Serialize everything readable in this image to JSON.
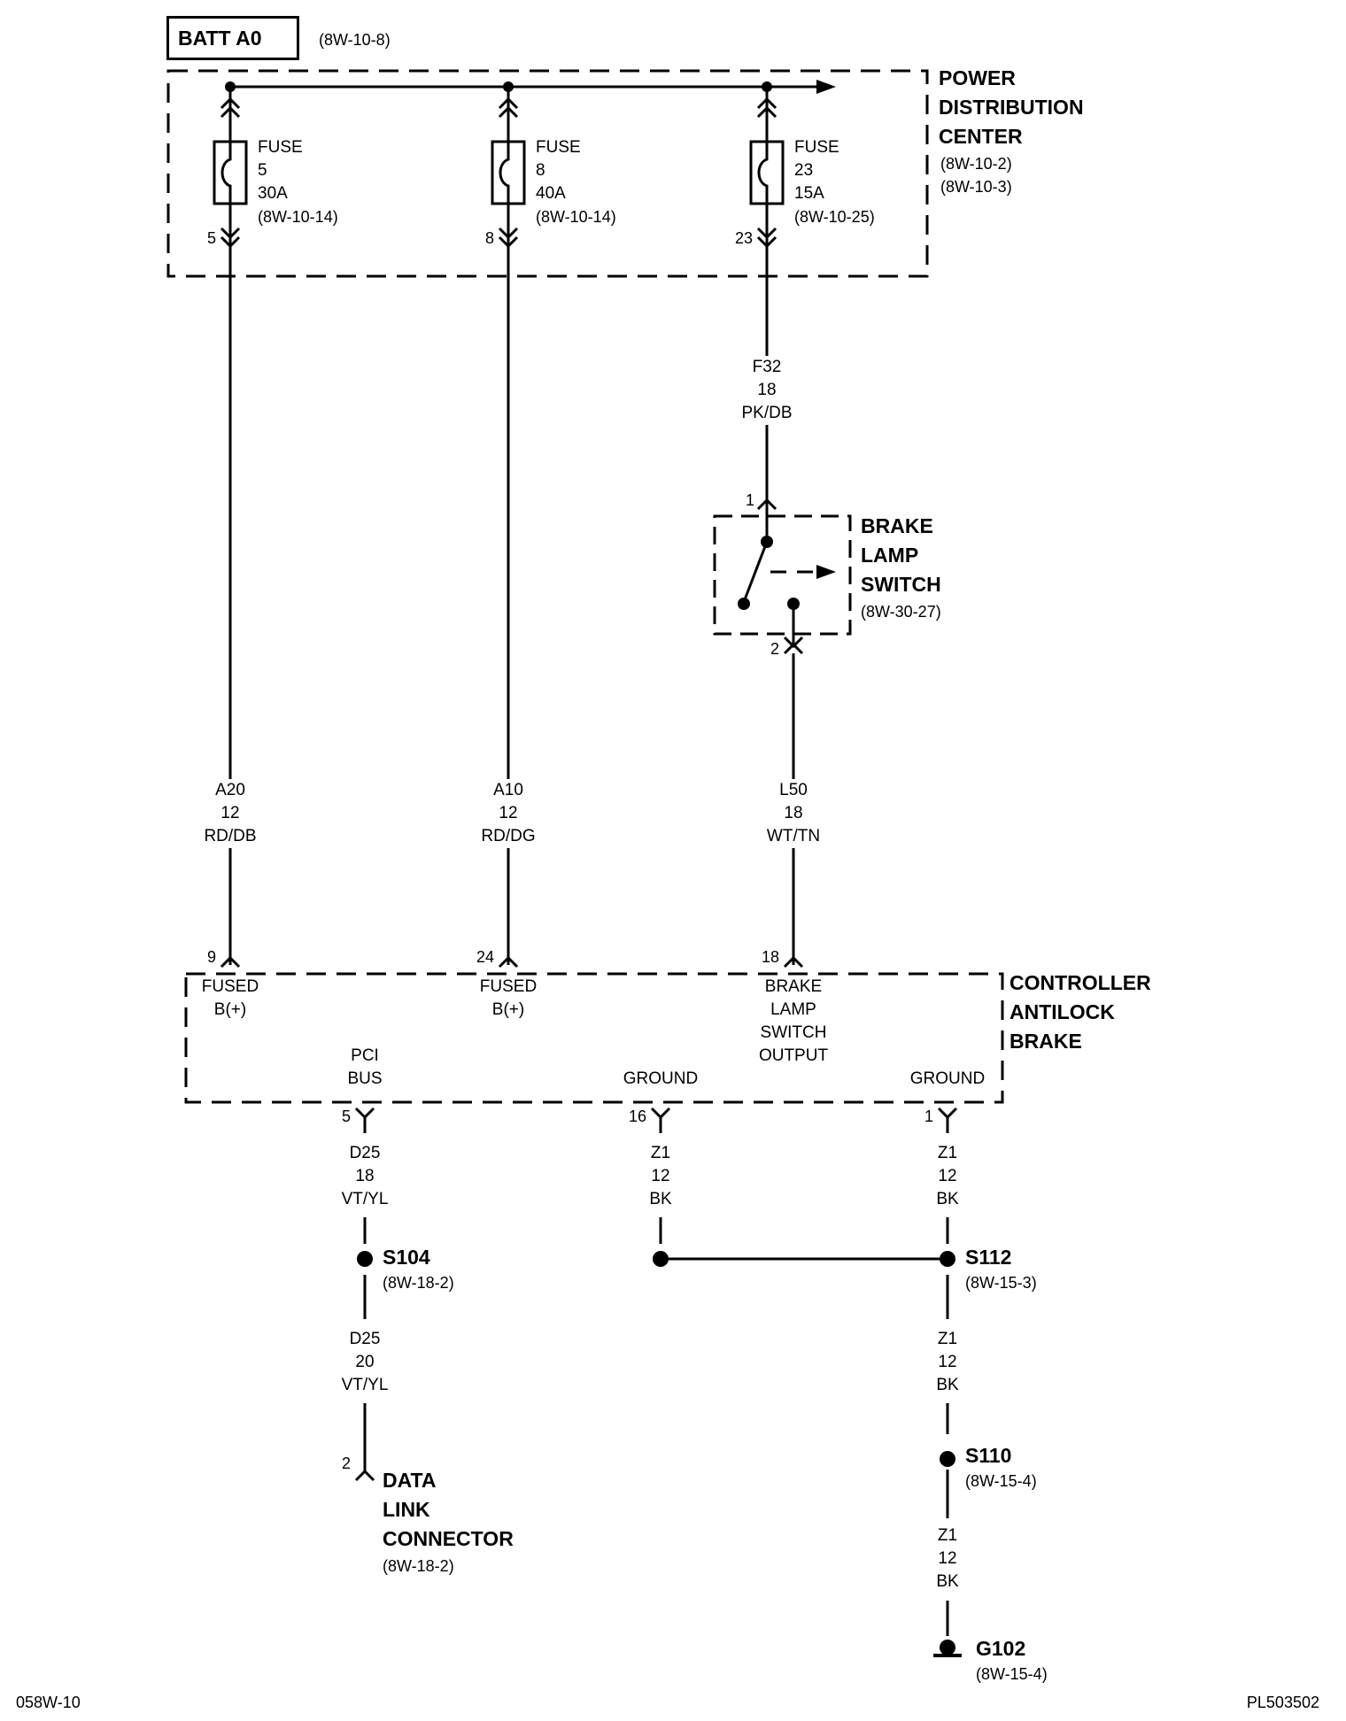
{
  "battery": {
    "label": "BATT A0",
    "ref": "(8W-10-8)"
  },
  "pdc": {
    "title_lines": [
      "POWER",
      "DISTRIBUTION",
      "CENTER"
    ],
    "refs": [
      "(8W-10-2)",
      "(8W-10-3)"
    ],
    "fuses": [
      {
        "lines": [
          "FUSE",
          "5",
          "30A",
          "(8W-10-14)"
        ],
        "pin": "5"
      },
      {
        "lines": [
          "FUSE",
          "8",
          "40A",
          "(8W-10-14)"
        ],
        "pin": "8"
      },
      {
        "lines": [
          "FUSE",
          "23",
          "15A",
          "(8W-10-25)"
        ],
        "pin": "23"
      }
    ]
  },
  "wires": {
    "f32": [
      "F32",
      "18",
      "PK/DB"
    ],
    "a20": [
      "A20",
      "12",
      "RD/DB"
    ],
    "a10": [
      "A10",
      "12",
      "RD/DG"
    ],
    "l50": [
      "L50",
      "18",
      "WT/TN"
    ],
    "d25_a": [
      "D25",
      "18",
      "VT/YL"
    ],
    "d25_b": [
      "D25",
      "20",
      "VT/YL"
    ],
    "z1_a": [
      "Z1",
      "12",
      "BK"
    ],
    "z1_b": [
      "Z1",
      "12",
      "BK"
    ],
    "z1_c": [
      "Z1",
      "12",
      "BK"
    ],
    "z1_d": [
      "Z1",
      "12",
      "BK"
    ]
  },
  "brake_switch": {
    "title_lines": [
      "BRAKE",
      "LAMP",
      "SWITCH"
    ],
    "ref": "(8W-30-27)",
    "pin_in": "1",
    "pin_out": "2"
  },
  "cab": {
    "title_lines": [
      "CONTROLLER",
      "ANTILOCK",
      "BRAKE"
    ],
    "inputs": [
      {
        "pin": "9",
        "lines": [
          "FUSED",
          "B(+)"
        ]
      },
      {
        "pin": "24",
        "lines": [
          "FUSED",
          "B(+)"
        ]
      },
      {
        "pin": "18",
        "lines": [
          "BRAKE",
          "LAMP",
          "SWITCH",
          "OUTPUT"
        ]
      }
    ],
    "outputs": [
      {
        "pin": "5",
        "lines": [
          "PCI",
          "BUS"
        ]
      },
      {
        "pin": "16",
        "lines": [
          "GROUND"
        ]
      },
      {
        "pin": "1",
        "lines": [
          "GROUND"
        ]
      }
    ]
  },
  "splices": {
    "s104": {
      "label": "S104",
      "ref": "(8W-18-2)"
    },
    "s112": {
      "label": "S112",
      "ref": "(8W-15-3)"
    },
    "s110": {
      "label": "S110",
      "ref": "(8W-15-4)"
    }
  },
  "dlc": {
    "title_lines": [
      "DATA",
      "LINK",
      "CONNECTOR"
    ],
    "ref": "(8W-18-2)",
    "pin": "2"
  },
  "ground": {
    "label": "G102",
    "ref": "(8W-15-4)"
  },
  "footer": {
    "left": "058W-10",
    "right": "PL503502"
  }
}
